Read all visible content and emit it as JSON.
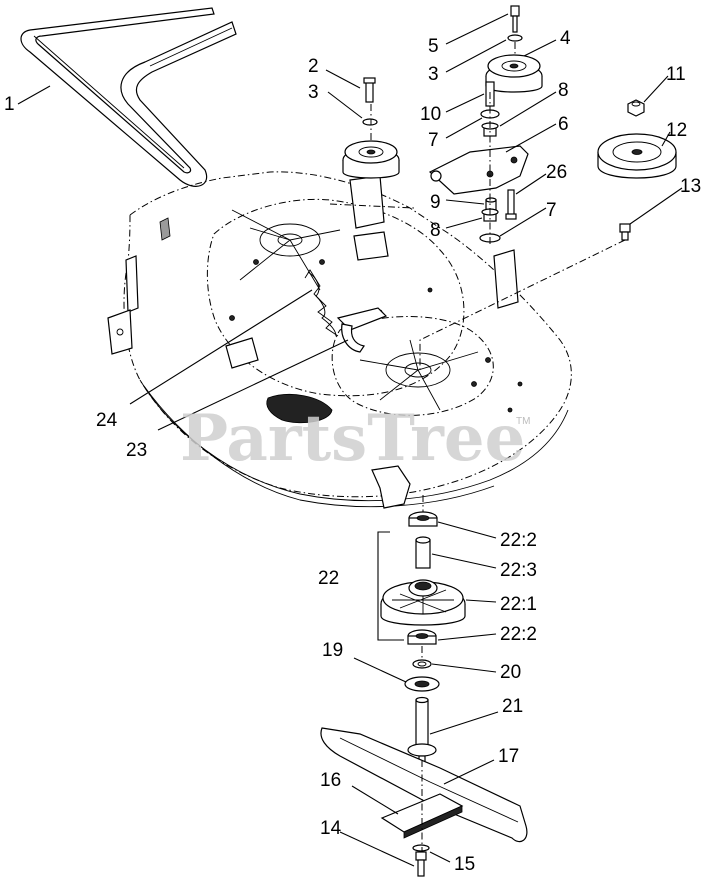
{
  "watermark": {
    "text": "PartsTree",
    "tm": "TM"
  },
  "callouts": {
    "c1": "1",
    "c2": "2",
    "c3a": "3",
    "c3b": "3",
    "c4": "4",
    "c5": "5",
    "c6": "6",
    "c7a": "7",
    "c7b": "7",
    "c8a": "8",
    "c8b": "8",
    "c9": "9",
    "c10": "10",
    "c11": "11",
    "c12": "12",
    "c13": "13",
    "c14": "14",
    "c15": "15",
    "c16": "16",
    "c17": "17",
    "c19": "19",
    "c20": "20",
    "c21": "21",
    "c22": "22",
    "c22_1": "22:1",
    "c22_2a": "22:2",
    "c22_2b": "22:2",
    "c22_3": "22:3",
    "c23": "23",
    "c24": "24",
    "c26": "26"
  }
}
